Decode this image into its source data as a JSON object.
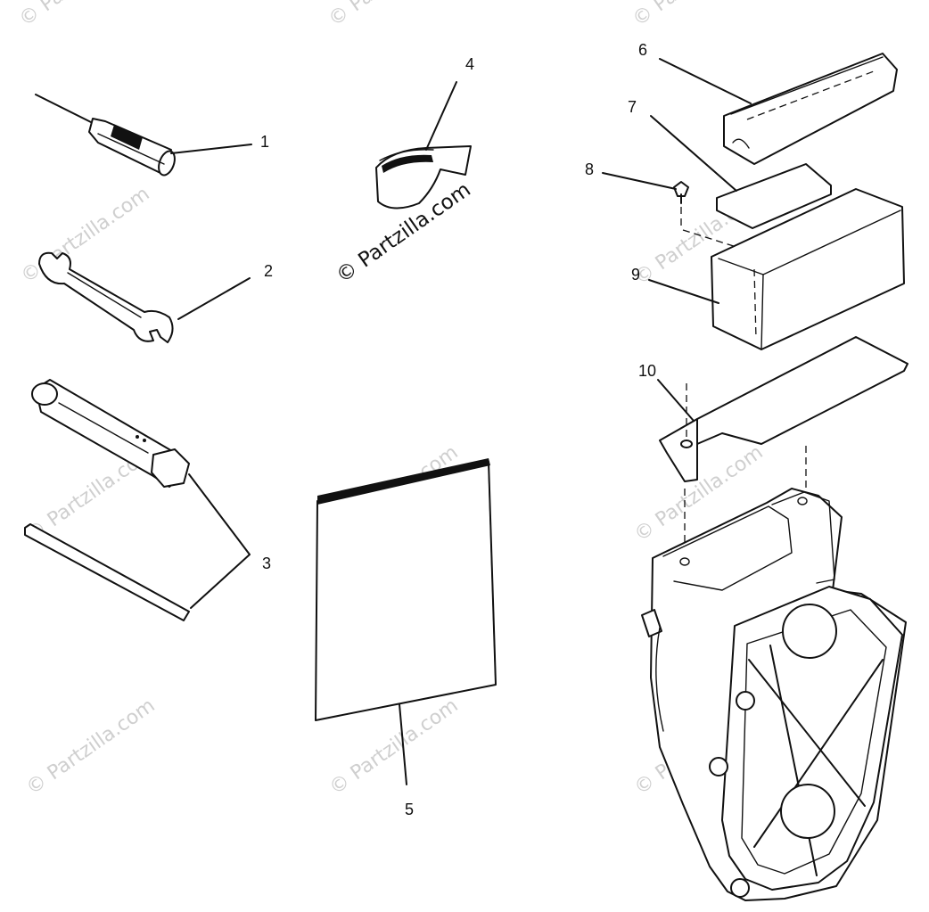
{
  "watermark": "© Partzilla.com",
  "callouts": [
    {
      "id": "1",
      "label": "1"
    },
    {
      "id": "2",
      "label": "2"
    },
    {
      "id": "3",
      "label": "3"
    },
    {
      "id": "4",
      "label": "4"
    },
    {
      "id": "5",
      "label": "5"
    },
    {
      "id": "6",
      "label": "6"
    },
    {
      "id": "7",
      "label": "7"
    },
    {
      "id": "8",
      "label": "8"
    },
    {
      "id": "9",
      "label": "9"
    },
    {
      "id": "10",
      "label": "10"
    }
  ],
  "colors": {
    "line": "#111111",
    "background": "#ffffff",
    "watermark": "#cfcfcf"
  }
}
